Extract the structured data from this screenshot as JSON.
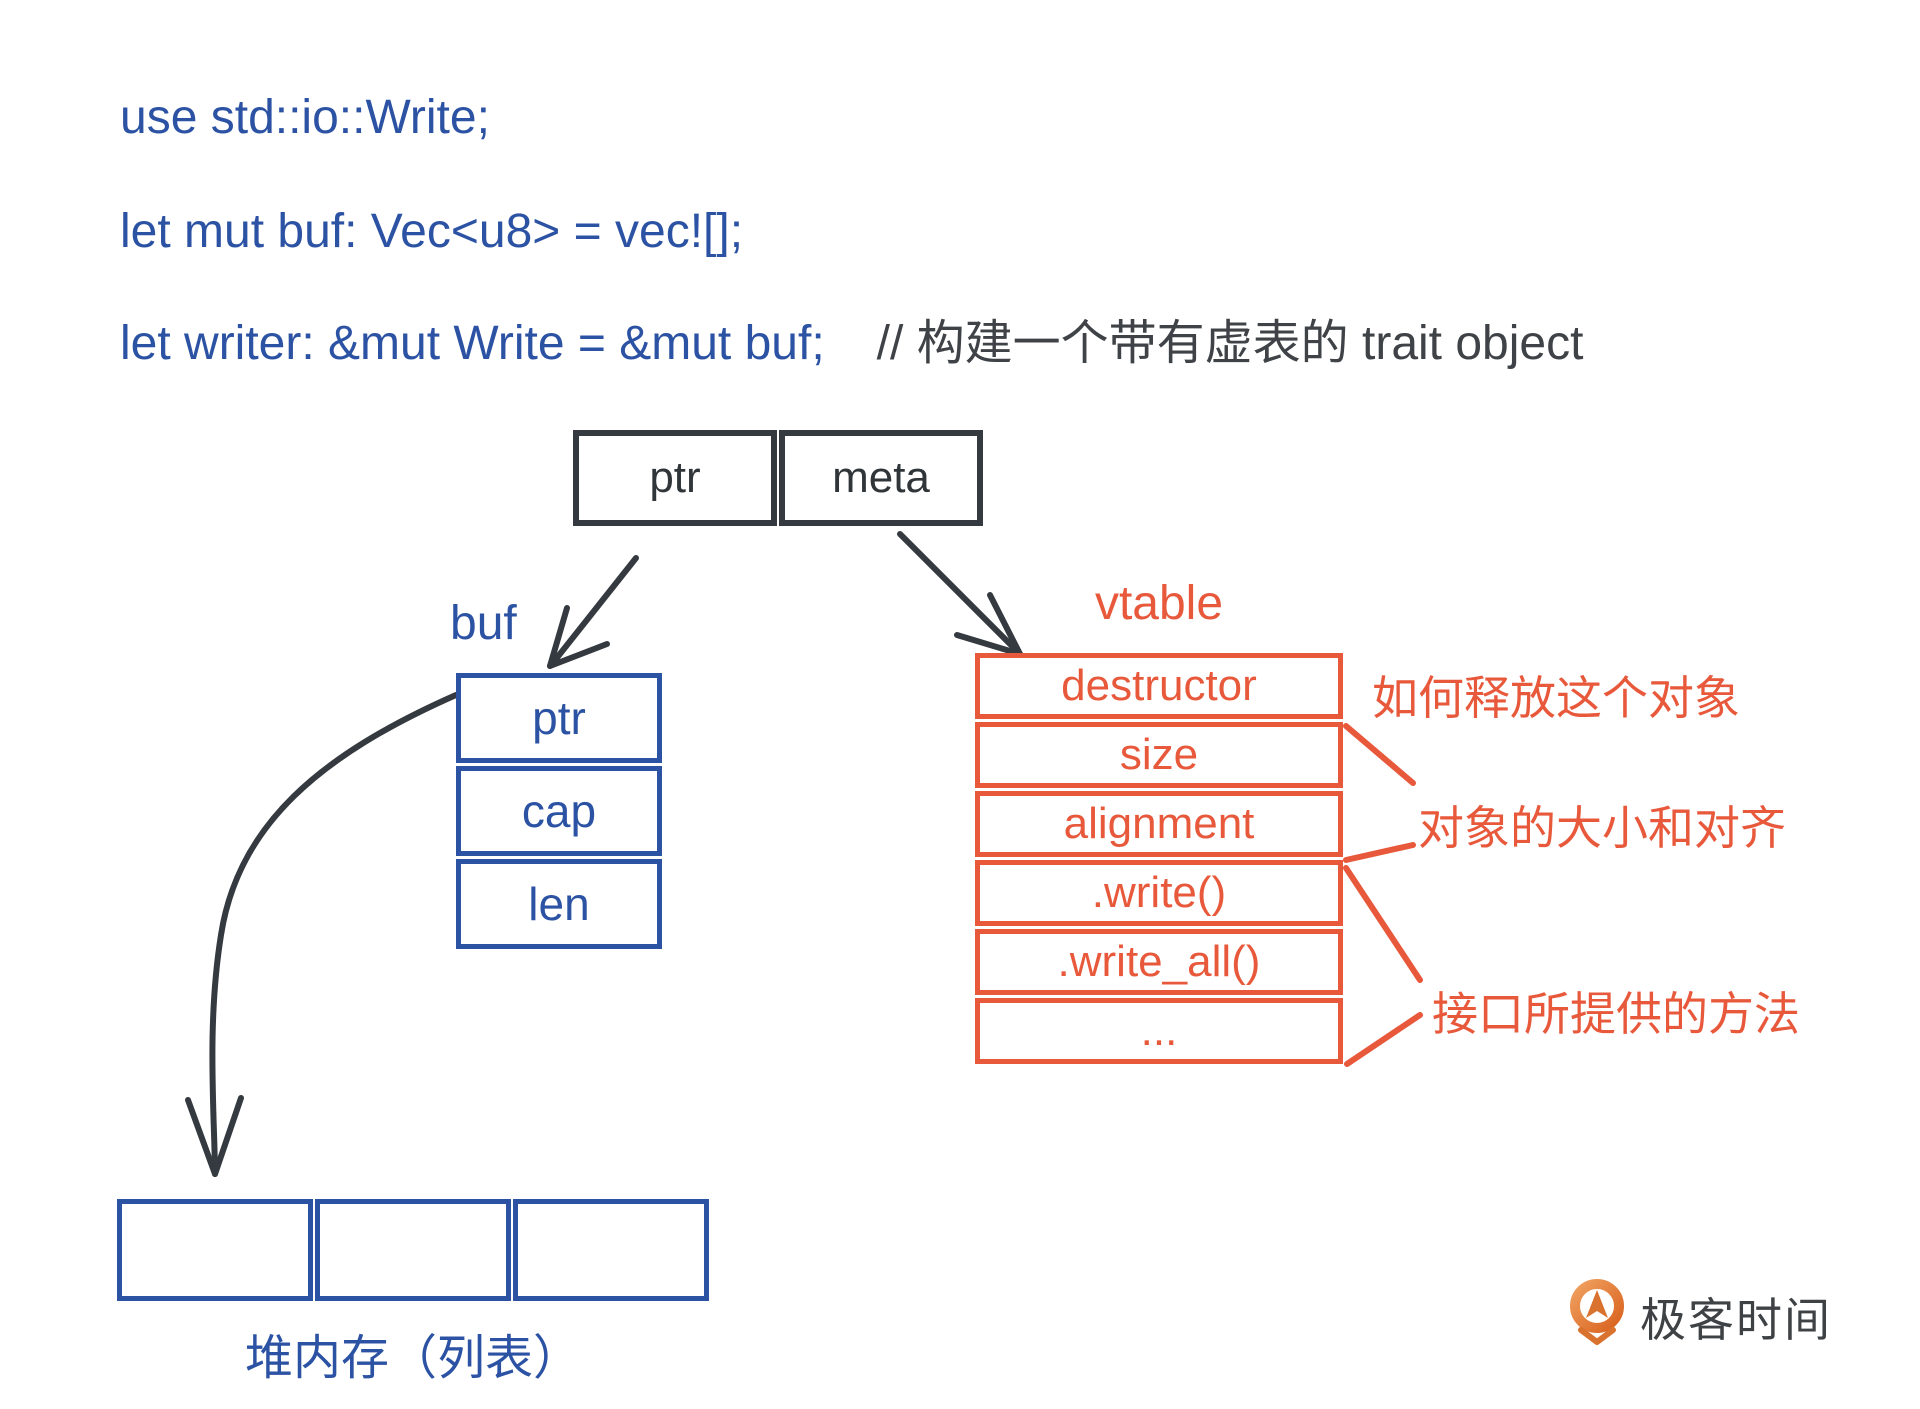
{
  "code": {
    "line1": "use std::io::Write;",
    "line2": "let mut buf: Vec<u8> = vec![];",
    "line3": "let writer: &mut Write = &mut buf;",
    "comment": "// 构建一个带有虚表的 trait object"
  },
  "fat_pointer": {
    "ptr": "ptr",
    "meta": "meta"
  },
  "buf": {
    "label": "buf",
    "rows": [
      "ptr",
      "cap",
      "len"
    ]
  },
  "vtable": {
    "label": "vtable",
    "rows": [
      "destructor",
      "size",
      "alignment",
      ".write()",
      ".write_all()",
      "..."
    ]
  },
  "annotations": {
    "destructor": "如何释放这个对象",
    "size_alignment": "对象的大小和对齐",
    "methods": "接口所提供的方法"
  },
  "heap": {
    "label": "堆内存（列表）"
  },
  "logo": {
    "brand": "极客时间"
  },
  "colors": {
    "blue": "#2c52a4",
    "orange": "#e8593c",
    "dark": "#343a40",
    "comment_gray": "#3f4347",
    "logo_orange": "#e07b3a"
  }
}
